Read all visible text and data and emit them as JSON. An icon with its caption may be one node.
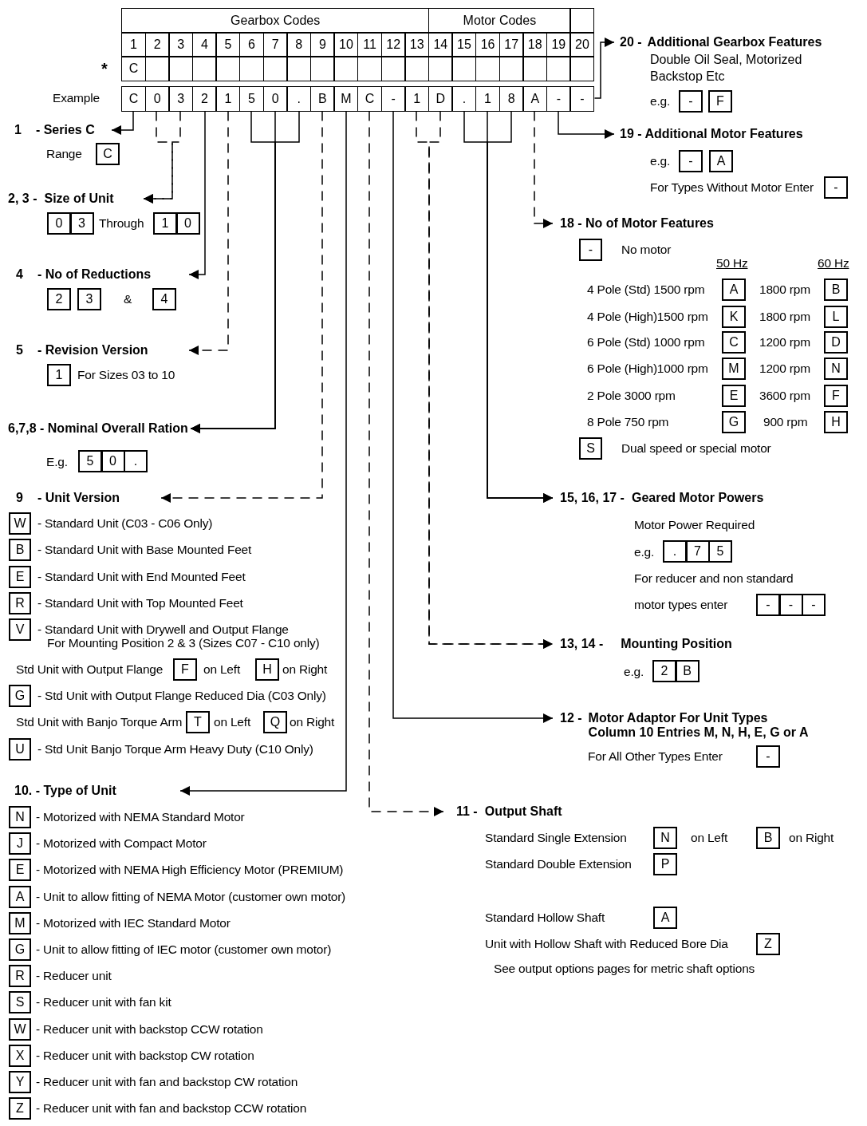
{
  "diagram": {
    "nodes": [
      {
        "text": [
          "C"
        ]
      },
      {
        "text": [
          "0"
        ]
      },
      {
        "text": [
          "3"
        ]
      },
      {
        "text": [
          "2"
        ]
      },
      {
        "text": [
          "1"
        ]
      },
      {
        "text": [
          "5"
        ]
      },
      {
        "text": [
          "0"
        ]
      },
      {
        "text": [
          "."
        ]
      },
      {
        "text": [
          "B"
        ]
      },
      {
        "text": [
          "M"
        ]
      },
      {
        "text": [
          "C"
        ]
      },
      {
        "text": [
          "-"
        ]
      },
      {
        "text": [
          "1"
        ]
      },
      {
        "text": [
          "D"
        ]
      },
      {
        "text": [
          "."
        ]
      },
      {
        "text": [
          "1"
        ]
      },
      {
        "text": [
          "8"
        ]
      },
      {
        "text": [
          "A"
        ]
      },
      {
        "text": [
          "-"
        ]
      },
      {
        "text": [
          "-"
        ]
      },
      {
        "text": [
          "1",
          "- Series C"
        ]
      },
      {
        "text": [
          "C"
        ]
      },
      {
        "text": [
          "2, 3 -",
          "Size of Unit"
        ]
      },
      {
        "text": [
          "0"
        ]
      },
      {
        "text": [
          "3"
        ]
      },
      {
        "text": [
          "1"
        ]
      },
      {
        "text": [
          "0"
        ]
      },
      {
        "text": [
          "4",
          "- No of Reductions"
        ]
      },
      {
        "text": [
          "2"
        ]
      },
      {
        "text": [
          "3"
        ]
      },
      {
        "text": [
          "4"
        ]
      },
      {
        "text": [
          "5",
          "- Revision Version"
        ]
      },
      {
        "text": [
          "1"
        ]
      },
      {
        "text": [
          "6,7,8 - Nominal Overall Ration"
        ]
      },
      {
        "text": [
          "5"
        ]
      },
      {
        "text": [
          "0"
        ]
      },
      {
        "text": [
          "."
        ]
      },
      {
        "text": [
          "9",
          "- Unit Version"
        ]
      },
      {
        "text": [
          "W"
        ]
      },
      {
        "text": [
          "B"
        ]
      },
      {
        "text": [
          "E"
        ]
      },
      {
        "text": [
          "R"
        ]
      },
      {
        "text": [
          "V"
        ]
      },
      {
        "text": [
          "F"
        ]
      },
      {
        "text": [
          "H"
        ]
      },
      {
        "text": [
          "G"
        ]
      },
      {
        "text": [
          "T"
        ]
      },
      {
        "text": [
          "Q"
        ]
      },
      {
        "text": [
          "U"
        ]
      },
      {
        "text": [
          "10. - Type of Unit"
        ]
      },
      {
        "text": [
          "N"
        ]
      },
      {
        "text": [
          "J"
        ]
      },
      {
        "text": [
          "E"
        ]
      },
      {
        "text": [
          "A"
        ]
      },
      {
        "text": [
          "M"
        ]
      },
      {
        "text": [
          "G"
        ]
      },
      {
        "text": [
          "R"
        ]
      },
      {
        "text": [
          "S"
        ]
      },
      {
        "text": [
          "W"
        ]
      },
      {
        "text": [
          "X"
        ]
      },
      {
        "text": [
          "Y"
        ]
      },
      {
        "text": [
          "Z"
        ]
      },
      {
        "text": [
          "20 -",
          "Additional Gearbox Features"
        ]
      },
      {
        "text": [
          "-"
        ]
      },
      {
        "text": [
          "F"
        ]
      },
      {
        "text": [
          "19 - Additional Motor Features"
        ]
      },
      {
        "text": [
          "-"
        ]
      },
      {
        "text": [
          "A"
        ]
      },
      {
        "text": [
          "-"
        ]
      },
      {
        "text": [
          "18 - No of Motor Features"
        ]
      },
      {
        "text": [
          "-"
        ]
      },
      {
        "text": [
          "A"
        ]
      },
      {
        "text": [
          "B"
        ]
      },
      {
        "text": [
          "K"
        ]
      },
      {
        "text": [
          "L"
        ]
      },
      {
        "text": [
          "C"
        ]
      },
      {
        "text": [
          "D"
        ]
      },
      {
        "text": [
          "M"
        ]
      },
      {
        "text": [
          "N"
        ]
      },
      {
        "text": [
          "E"
        ]
      },
      {
        "text": [
          "F"
        ]
      },
      {
        "text": [
          "G"
        ]
      },
      {
        "text": [
          "H"
        ]
      },
      {
        "text": [
          "S"
        ]
      },
      {
        "text": [
          "15, 16, 17 -",
          "Geared Motor Powers"
        ]
      },
      {
        "text": [
          "."
        ]
      },
      {
        "text": [
          "7"
        ]
      },
      {
        "text": [
          "5"
        ]
      },
      {
        "text": [
          "-"
        ]
      },
      {
        "text": [
          "-"
        ]
      },
      {
        "text": [
          "-"
        ]
      },
      {
        "text": [
          "13, 14 -",
          "Mounting Position"
        ]
      },
      {
        "text": [
          "2"
        ]
      },
      {
        "text": [
          "B"
        ]
      },
      {
        "text": [
          "12 -",
          "Motor Adaptor For Unit Types Column 10 Entries M, N, H, E, G or A"
        ]
      },
      {
        "text": [
          "-"
        ]
      },
      {
        "text": [
          "11 -",
          "Output Shaft"
        ]
      },
      {
        "text": [
          "N"
        ]
      },
      {
        "text": [
          "B"
        ]
      },
      {
        "text": [
          "P"
        ]
      },
      {
        "text": [
          "A"
        ]
      },
      {
        "text": [
          "Z"
        ]
      },
      {
        "text": [
          "Gearbox Codes"
        ]
      },
      {
        "text": [
          "Motor Codes"
        ]
      },
      {
        "text": [],
        "shape": "box"
      },
      {
        "text": [
          "1"
        ]
      },
      {
        "text": [
          "2"
        ]
      },
      {
        "text": [
          "3"
        ]
      },
      {
        "text": [
          "4"
        ]
      },
      {
        "text": [
          "5"
        ]
      },
      {
        "text": [
          "6"
        ]
      },
      {
        "text": [
          "7"
        ]
      },
      {
        "text": [
          "8"
        ]
      },
      {
        "text": [
          "9"
        ]
      },
      {
        "text": [
          "10"
        ]
      },
      {
        "text": [
          "11"
        ]
      },
      {
        "text": [
          "12"
        ]
      },
      {
        "text": [
          "13"
        ]
      },
      {
        "text": [
          "14"
        ]
      },
      {
        "text": [
          "15"
        ]
      },
      {
        "text": [
          "16"
        ]
      },
      {
        "text": [
          "17"
        ]
      },
      {
        "text": [
          "18"
        ]
      },
      {
        "text": [
          "19"
        ]
      },
      {
        "text": [
          "20"
        ]
      },
      {
        "text": [
          "C"
        ]
      },
      {
        "text": [],
        "shape": "box"
      },
      {
        "text": [],
        "shape": "box"
      },
      {
        "text": [],
        "shape": "box"
      },
      {
        "text": [],
        "shape": "box"
      },
      {
        "text": [],
        "shape": "box"
      },
      {
        "text": [],
        "shape": "box"
      },
      {
        "text": [],
        "shape": "box"
      },
      {
        "text": [],
        "shape": "box"
      },
      {
        "text": [],
        "shape": "box"
      },
      {
        "text": [],
        "shape": "box"
      },
      {
        "text": [],
        "shape": "box"
      },
      {
        "text": [],
        "shape": "box"
      },
      {
        "text": [],
        "shape": "box"
      },
      {
        "text": [],
        "shape": "box"
      },
      {
        "text": [],
        "shape": "box"
      },
      {
        "text": [],
        "shape": "box"
      },
      {
        "text": [],
        "shape": "box"
      },
      {
        "text": [],
        "shape": "box"
      },
      {
        "text": [],
        "shape": "box"
      }
    ],
    "edges": [
      {
        "from": 0,
        "to": 20,
        "arrow": "to"
      },
      {
        "from": 1,
        "to": 22,
        "arrow": "to",
        "style": "dashed"
      },
      {
        "from": 2,
        "to": 22,
        "arrow": "to",
        "style": "dashed"
      },
      {
        "from": 3,
        "to": 27,
        "arrow": "to"
      },
      {
        "from": 4,
        "to": 31,
        "arrow": "to",
        "style": "dashed"
      },
      {
        "from": 5,
        "to": 33,
        "arrow": "to"
      },
      {
        "from": 6,
        "to": 33,
        "arrow": "to"
      },
      {
        "from": 7,
        "to": 33,
        "arrow": "to"
      },
      {
        "from": 8,
        "to": 37,
        "arrow": "to",
        "style": "dashed"
      },
      {
        "from": 9,
        "to": 49,
        "arrow": "to"
      },
      {
        "from": 10,
        "to": 96,
        "arrow": "to",
        "style": "dashed"
      },
      {
        "from": 11,
        "to": 94,
        "arrow": "to"
      },
      {
        "from": 12,
        "to": 91,
        "arrow": "to",
        "style": "dashed"
      },
      {
        "from": 13,
        "to": 91,
        "arrow": "to",
        "style": "dashed"
      },
      {
        "from": 14,
        "to": 84,
        "arrow": "to"
      },
      {
        "from": 15,
        "to": 84,
        "arrow": "to"
      },
      {
        "from": 16,
        "to": 84,
        "arrow": "to"
      },
      {
        "from": 17,
        "to": 69,
        "arrow": "to",
        "style": "dashed"
      },
      {
        "from": 18,
        "to": 65,
        "arrow": "to"
      },
      {
        "from": 19,
        "to": 62,
        "arrow": "to"
      }
    ],
    "labels": [
      "*",
      "Example",
      "Range",
      "Through",
      "&",
      "For Sizes 03 to 10",
      "E.g.",
      "- Standard Unit (C03 - C06 Only)",
      "- Standard Unit with Base Mounted Feet",
      "- Standard Unit with End Mounted Feet",
      "- Standard Unit with Top Mounted Feet",
      "- Standard Unit with Drywell and Output Flange",
      "For Mounting Position 2 & 3 (Sizes C07 - C10 only)",
      "Std Unit with Output Flange",
      "on Left",
      "on Right",
      "- Std Unit with Output Flange Reduced Dia (C03 Only)",
      "Std Unit with Banjo Torque Arm",
      "on Left",
      "on Right",
      "- Std Unit Banjo Torque Arm Heavy Duty (C10 Only)",
      "- Motorized with NEMA Standard Motor",
      "- Motorized with Compact Motor",
      "- Motorized with NEMA High Efficiency Motor (PREMIUM)",
      "- Unit to allow fitting of NEMA Motor (customer own motor)",
      "- Motorized with IEC Standard Motor",
      "- Unit to allow fitting of IEC motor (customer own motor)",
      "- Reducer unit",
      "- Reducer unit with fan kit",
      "- Reducer unit with backstop CCW rotation",
      "- Reducer unit with backstop CW rotation",
      "- Reducer unit with fan and backstop CW rotation",
      "- Reducer unit with fan and backstop CCW rotation",
      "Double Oil Seal, Motorized Backstop Etc",
      "e.g.",
      "e.g.",
      "For Types Without Motor Enter",
      "No motor",
      "50 Hz",
      "60 Hz",
      "4 Pole (Std) 1500 rpm",
      "1800 rpm",
      "4 Pole (High)1500 rpm",
      "1800 rpm",
      "6 Pole (Std) 1000 rpm",
      "1200 rpm",
      "6 Pole (High)1000 rpm",
      "1200 rpm",
      "2 Pole 3000 rpm",
      "3600 rpm",
      "8 Pole 750 rpm",
      "900 rpm",
      "Dual speed or special motor",
      "Motor Power Required",
      "e.g.",
      "For reducer and non standard",
      "motor types enter",
      "e.g.",
      "For All Other Types Enter",
      "Standard Single Extension",
      "on Left",
      "on Right",
      "Standard Double Extension",
      "Standard Hollow Shaft",
      "Unit with Hollow Shaft with Reduced Bore Dia",
      "See output options pages for metric shaft options"
    ]
  }
}
